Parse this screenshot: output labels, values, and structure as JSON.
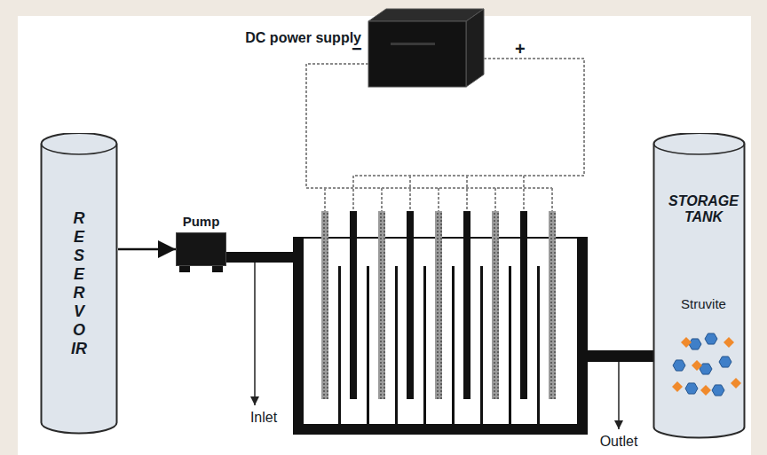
{
  "diagram": {
    "nodes": [
      {
        "text": [
          "DC power supply"
        ]
      },
      {
        "text": [
          "RESERVOIR"
        ]
      },
      {
        "text": [
          "Pump"
        ]
      },
      {
        "text": [
          "STORAGE TANK",
          "Struvite"
        ]
      }
    ],
    "edges": [
      {
        "from": 1,
        "to": 2,
        "arrow": "to"
      }
    ],
    "labels": [
      "−",
      "+",
      "Inlet",
      "Outlet"
    ]
  }
}
